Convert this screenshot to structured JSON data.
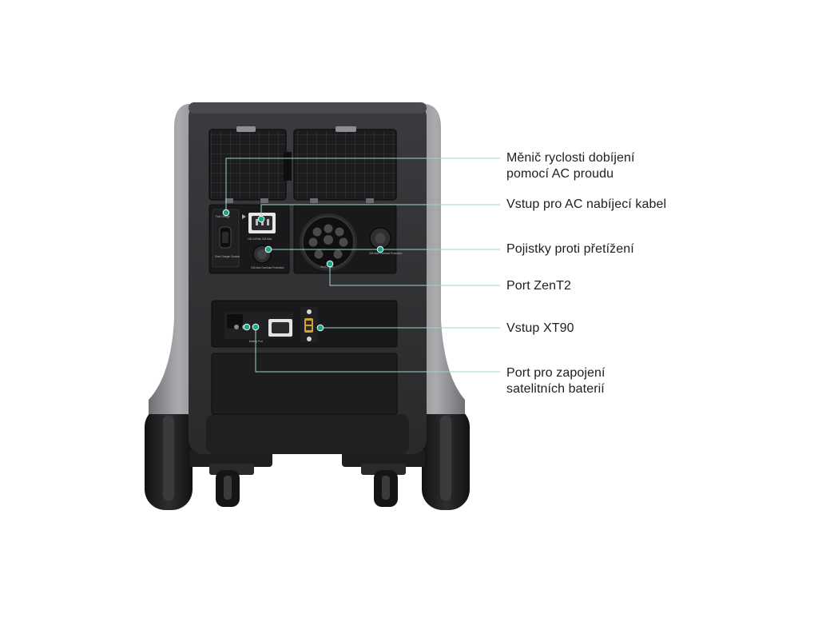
{
  "colors": {
    "accent": "#1aa88a",
    "leader_line": "#9fd4c6",
    "body_dark": "#2c2c2e",
    "body_grey": "#8a8c8f",
    "panel": "#1b1b1d"
  },
  "device": {
    "name": "portable power station rear view",
    "panel_labels": {
      "fast_charge": "Fast Charge",
      "slow_charge": "Slow Charge/ Custom",
      "ac_in_rating": "100-240Vac   15A Max",
      "fuse": "20A Max Overload Protection",
      "zent2_port": "ZenT2 Port",
      "zent2_fuse": "20A Max Overload Protection",
      "battery_port": "Battery Port"
    }
  },
  "callouts": [
    {
      "id": "charge-speed-switch",
      "lines": [
        "Měnič ryclosti  dobíjení",
        "pomocí AC proudu"
      ]
    },
    {
      "id": "ac-input",
      "lines": [
        "Vstup pro AC nabíjecí kabel"
      ]
    },
    {
      "id": "overload-fuses",
      "lines": [
        "Pojistky proti přetížení"
      ]
    },
    {
      "id": "zent2-port",
      "lines": [
        "Port ZenT2"
      ]
    },
    {
      "id": "xt90-input",
      "lines": [
        "Vstup XT90"
      ]
    },
    {
      "id": "satellite-battery-port",
      "lines": [
        "Port pro zapojení",
        "satelitních baterií"
      ]
    }
  ]
}
